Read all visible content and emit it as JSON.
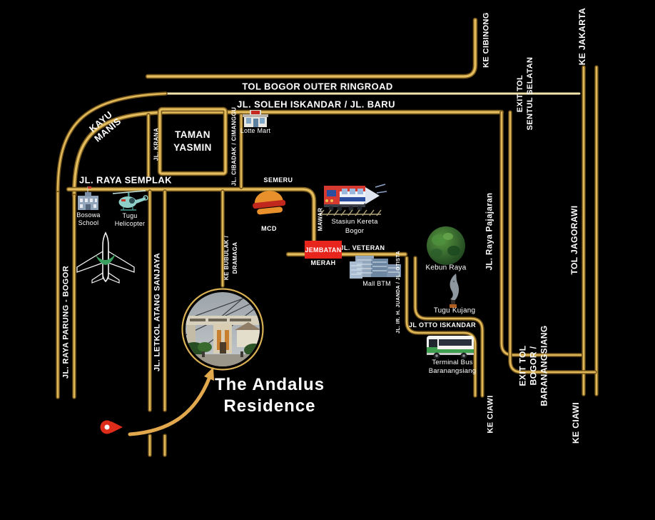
{
  "map": {
    "background": "#000000",
    "colors": {
      "road_gold": "#e3bc5e",
      "road_dark": "#76571a",
      "ringroad_pale": "#f2e2ad",
      "marker_red": "#e8251d",
      "arrow_gold": "#e2a84e",
      "photo_ring": "#d9b054",
      "label_text": "#ffffff"
    },
    "title": {
      "line1": "The Andalus",
      "line2": "Residence"
    },
    "road_labels": {
      "tol_outer_ringroad": "TOL BOGOR OUTER RINGROAD",
      "soleh_iskandar": "JL. SOLEH ISKANDAR / JL. BARU",
      "ke_cibinong": "KE CIBINONG",
      "exit_tol_sentul": {
        "line1": "EXIT TOL",
        "line2": "SENTUL SELATAN"
      },
      "ke_jakarta": "KE JAKARTA",
      "tol_jagorawi": "TOL JAGORAWI",
      "ke_ciawi_right": "KE CIAWI",
      "kayu_manis": {
        "line1": "KAYU",
        "line2": "MANIS"
      },
      "jl_krana": "JL. KRANA",
      "jl_cibadak": "JL. CIBADAK / CIMANGGU",
      "jl_raya_semplak": "JL. RAYA SEMPLAK",
      "semeru": "SEMERU",
      "mawar": "MAWAR",
      "ke_bubulak": {
        "line1": "KE BUBULAK /",
        "line2": "DRAMAGA"
      },
      "jl_veteran": "JL. VETERAN",
      "jl_juanda": "JL. IR. H. JUANDA / JL. OTISTA",
      "jl_raya_pajajaran": "JL. Raya Pajajaran",
      "jl_otto_iskandar": "JL OTTO ISKANDAR",
      "ke_ciawi_mid": "KE CIAWI",
      "exit_tol_bogor": {
        "line1": "EXIT TOL",
        "line2": "BOGOR /",
        "line3": "BARANANGSIANG"
      },
      "jl_raya_parung": "JL. RAYA PARUNG - BOGOR",
      "jl_letkol": "JL. LETKOL ATANG SANJAYA"
    },
    "places": {
      "taman_yasmin": {
        "line1": "TAMAN",
        "line2": "YASMIN"
      },
      "lotte_mart": "Lotte Mart",
      "bosowa_school": {
        "line1": "Bosowa",
        "line2": "School"
      },
      "tugu_helicopter": {
        "line1": "Tugu",
        "line2": "Helicopter"
      },
      "mcd": "MCD",
      "stasiun_kereta": {
        "line1": "Stasiun Kereta",
        "line2": "Bogor"
      },
      "jembatan_merah": {
        "line1": "JEMBATAN",
        "line2": "MERAH"
      },
      "mall_btm": "Mall BTM",
      "kebun_raya": "Kebun Raya",
      "tugu_kujang": "Tugu Kujang",
      "terminal_bus": {
        "line1": "Terminal Bus",
        "line2": "Baranangsiang"
      }
    },
    "icons": {
      "lotte_mart": "store-icon",
      "bosowa_school": "school-icon",
      "tugu_helicopter": "helicopter-icon",
      "airbase": "airplane-icon",
      "mcd": "burger-icon",
      "stasiun_kereta": "train-icon",
      "mall_btm": "building-icon",
      "kebun_raya": "forest-circle-icon",
      "tugu_kujang": "kujang-icon",
      "terminal_bus": "bus-icon",
      "residence": "residence-photo-circle",
      "pin": "location-pin-icon",
      "arrow": "curved-arrow-icon"
    }
  }
}
